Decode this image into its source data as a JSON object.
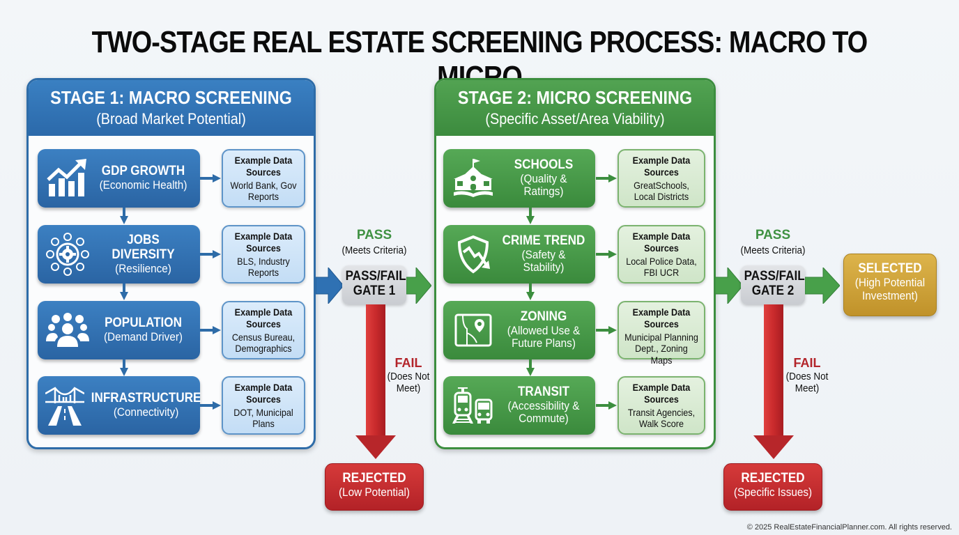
{
  "title": "TWO-STAGE REAL ESTATE SCREENING PROCESS: MACRO TO MICRO",
  "colors": {
    "stage1": "#2e6ca8",
    "stage2": "#3c8e3f",
    "pass": "#3f9142",
    "fail": "#b3242a",
    "selected": "#c99c34",
    "gate": "#d3d6da"
  },
  "stage1": {
    "title": "STAGE 1: MACRO SCREENING",
    "subtitle": "(Broad Market Potential)",
    "metrics": [
      {
        "name": "GDP GROWTH",
        "desc": "(Economic Health)",
        "icon": "bar-chart-growth-icon",
        "source_heading": "Example Data Sources",
        "source_values": "World Bank, Gov Reports"
      },
      {
        "name": "JOBS DIVERSITY",
        "desc": "(Resilience)",
        "icon": "gear-people-icon",
        "source_heading": "Example Data Sources",
        "source_values": "BLS, Industry Reports"
      },
      {
        "name": "POPULATION",
        "desc": "(Demand Driver)",
        "icon": "people-group-icon",
        "source_heading": "Example Data Sources",
        "source_values": "Census Bureau, Demographics"
      },
      {
        "name": "INFRASTRUCTURE",
        "desc": "(Connectivity)",
        "icon": "bridge-road-icon",
        "source_heading": "Example Data Sources",
        "source_values": "DOT, Municipal Plans"
      }
    ]
  },
  "gate1": {
    "label_line1": "PASS/FAIL",
    "label_line2": "GATE 1",
    "pass_label": "PASS",
    "pass_desc": "(Meets Criteria)",
    "fail_label": "FAIL",
    "fail_desc": "(Does Not Meet)",
    "reject_title": "REJECTED",
    "reject_desc": "(Low Potential)"
  },
  "stage2": {
    "title": "STAGE 2: MICRO SCREENING",
    "subtitle": "(Specific Asset/Area Viability)",
    "metrics": [
      {
        "name": "SCHOOLS",
        "desc": "(Quality & Ratings)",
        "icon": "school-building-icon",
        "source_heading": "Example Data Sources",
        "source_values": "GreatSchools, Local Districts"
      },
      {
        "name": "CRIME TREND",
        "desc": "(Safety & Stability)",
        "icon": "shield-trend-down-icon",
        "source_heading": "Example Data Sources",
        "source_values": "Local Police Data, FBI UCR"
      },
      {
        "name": "ZONING",
        "desc": "(Allowed Use & Future Plans)",
        "icon": "map-pin-plan-icon",
        "source_heading": "Example Data Sources",
        "source_values": "Municipal Planning Dept., Zoning Maps"
      },
      {
        "name": "TRANSIT",
        "desc": "(Accessibility & Commute)",
        "icon": "train-bus-icon",
        "source_heading": "Example Data Sources",
        "source_values": "Transit Agencies, Walk Score"
      }
    ]
  },
  "gate2": {
    "label_line1": "PASS/FAIL",
    "label_line2": "GATE 2",
    "pass_label": "PASS",
    "pass_desc": "(Meets Criteria)",
    "fail_label": "FAIL",
    "fail_desc": "(Does Not Meet)",
    "reject_title": "REJECTED",
    "reject_desc": "(Specific Issues)"
  },
  "selected": {
    "title": "SELECTED",
    "desc": "(High Potential Investment)"
  },
  "copyright": "© 2025 RealEstateFinancialPlanner.com. All rights reserved."
}
